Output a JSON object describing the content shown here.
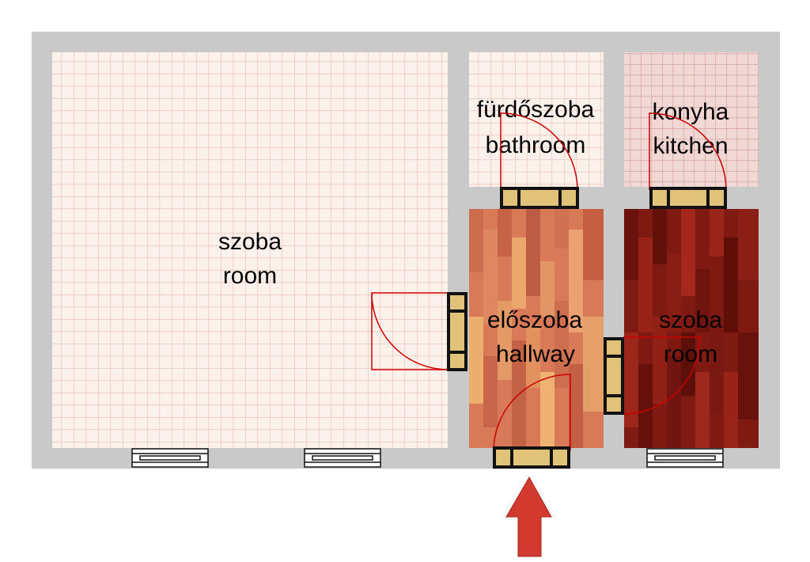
{
  "rooms": {
    "living": {
      "name_hu": "szoba",
      "name_en": "room"
    },
    "bathroom": {
      "name_hu": "fürdőszoba",
      "name_en": "bathroom"
    },
    "kitchen": {
      "name_hu": "konyha",
      "name_en": "kitchen"
    },
    "hallway": {
      "name_hu": "előszoba",
      "name_en": "hallway"
    },
    "bedroom": {
      "name_hu": "szoba",
      "name_en": "room"
    }
  },
  "colors": {
    "wall": "#c9c9c9",
    "tile_bg": "#fdf1ec",
    "tile_line": "#eabcb0",
    "kitchen_tile_bg": "#f2d8d4",
    "kitchen_tile_line": "#cc9b96",
    "hall_wood": "#d87a58",
    "bedroom_wood": "#7e1a12",
    "door_frame": "#e0c278",
    "door_swing": "#cc0000",
    "entrance_arrow": "#d23a30"
  },
  "icons": {
    "entrance": "entrance-arrow-icon",
    "door": "door-icon",
    "window": "window-icon"
  }
}
